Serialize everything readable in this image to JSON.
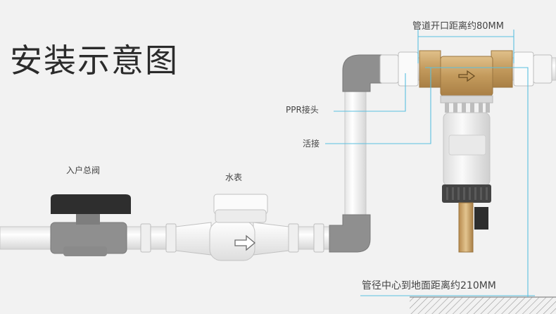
{
  "title": "安装示意图",
  "labels": {
    "opening_distance": "管道开口距离约80MM",
    "ppr_joint": "PPR接头",
    "union": "活接",
    "main_valve": "入户总阀",
    "water_meter": "水表",
    "ground_height": "管径中心到地面距离约210MM"
  },
  "colors": {
    "background": "#f2f2f2",
    "pipe": "#f7f7f7",
    "pipe_outline": "#c9c9c9",
    "elbow": "#8e8e8e",
    "brass": "#c9a36b",
    "valve_handle": "#2e2e2e",
    "leader_line": "#5bc0e0"
  },
  "icons": [
    "flow-arrow-icon"
  ]
}
